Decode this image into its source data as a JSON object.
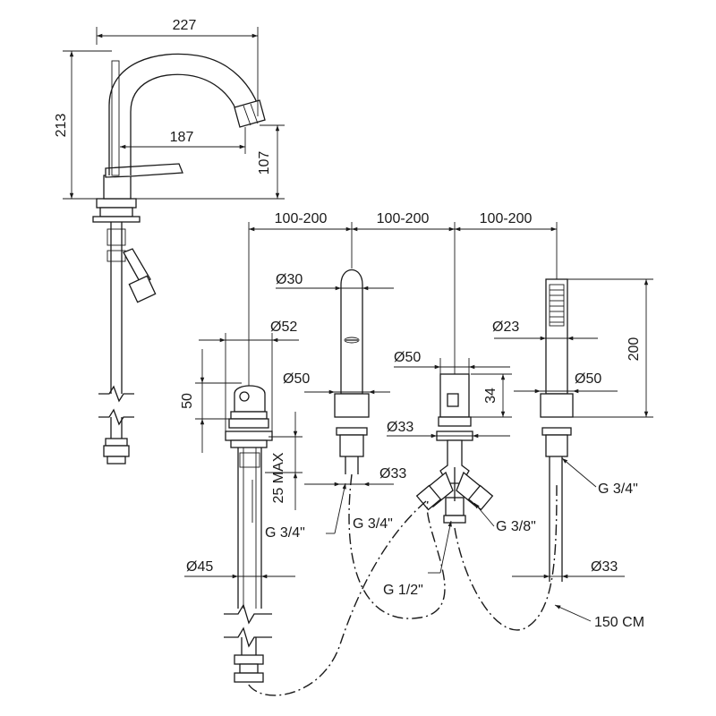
{
  "dimensions": {
    "spout_width": "227",
    "spout_height": "213",
    "spout_reach": "187",
    "spout_outlet_height": "107",
    "spacing_1": "100-200",
    "spacing_2": "100-200",
    "spacing_3": "100-200",
    "spout_diameter": "Ø30",
    "handle_diameter": "Ø52",
    "handle_height": "50",
    "base_diameter_1": "Ø50",
    "base_diameter_2": "Ø50",
    "base_diameter_3": "Ø50",
    "diverter_diameter": "Ø33",
    "spout_shank_diameter": "Ø33",
    "hand_shower_diameter": "Ø23",
    "hand_shower_length": "200",
    "holder_height": "34",
    "max_deck": "25 MAX",
    "valve_body_diameter": "Ø45",
    "hose_diameter": "Ø33"
  },
  "connections": {
    "thread_a": "G 3/4\"",
    "thread_b": "G 3/4\"",
    "thread_c": "G 3/8\"",
    "thread_d": "G 1/2\"",
    "thread_e": "G 3/4\"",
    "hose_length": "150 CM"
  }
}
